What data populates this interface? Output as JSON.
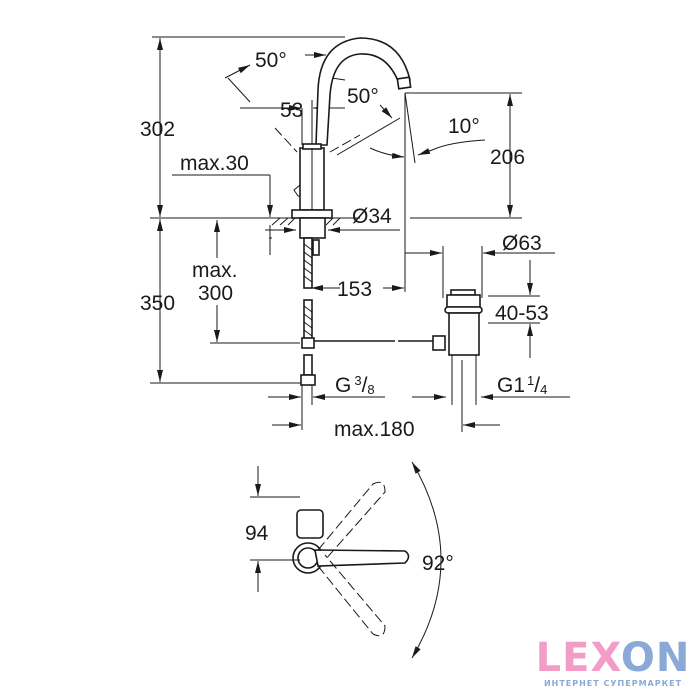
{
  "dimensions": {
    "height_total": "302",
    "spout_angle_left": "50°",
    "spout_angle_right": "50°",
    "spout_width": "53",
    "spout_tilt": "10°",
    "spout_height": "206",
    "max_thickness": "max.30",
    "base_diameter": "Ø34",
    "hose_max": "max.",
    "hose_max_value": "300",
    "below_height": "350",
    "reach": "153",
    "drain_diameter": "Ø63",
    "drain_range": "40-53",
    "supply_thread_g": "G",
    "supply_thread_num": "3",
    "supply_thread_den": "8",
    "drain_thread_g": "G1",
    "drain_thread_num": "1",
    "drain_thread_den": "4",
    "max_distance": "max.180",
    "lever_offset": "94",
    "lever_rotation": "92°"
  },
  "logo": {
    "letters": [
      "L",
      "E",
      "X",
      "O",
      "N"
    ],
    "subtitle": "ИНТЕРНЕТ СУПЕРМАРКЕТ",
    "pink": "#f29cc7",
    "blue": "#8aa9d6"
  }
}
